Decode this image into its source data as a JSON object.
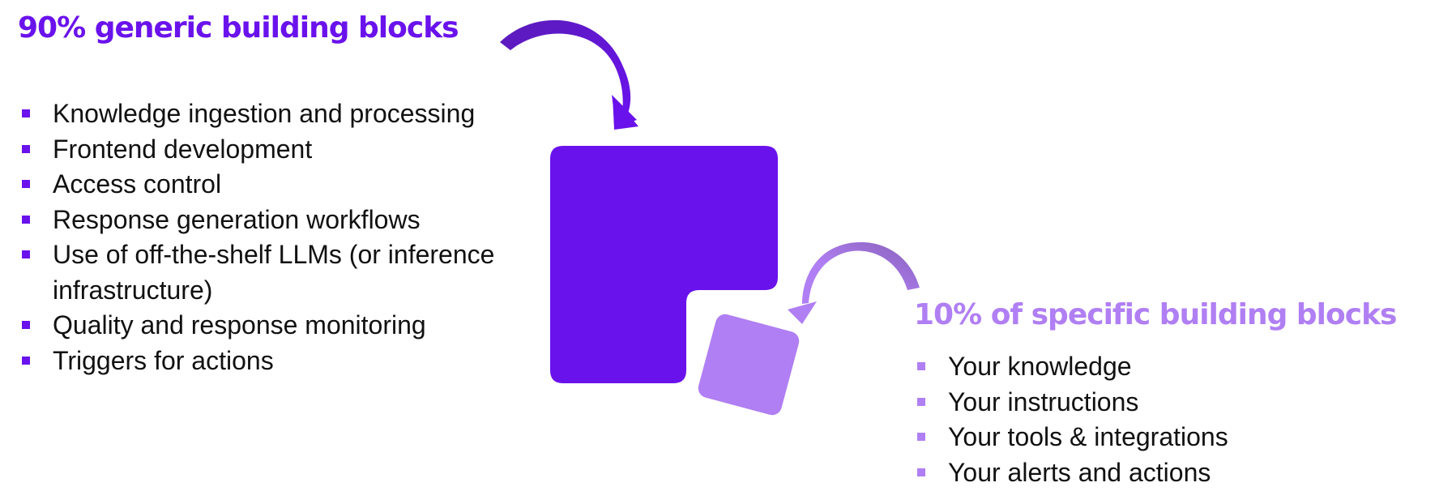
{
  "left_section": {
    "heading": "90% generic building blocks",
    "items": [
      "Knowledge ingestion and processing",
      "Frontend development",
      "Access control",
      "Response generation workflows",
      "Use of off-the-shelf LLMs (or inference infrastructure)",
      "Quality and response monitoring",
      "Triggers for actions"
    ]
  },
  "right_section": {
    "heading": "10% of specific building blocks",
    "items": [
      "Your knowledge",
      "Your instructions",
      "Your tools & integrations",
      "Your alerts and actions"
    ]
  },
  "colors": {
    "primary_purple": "#6A12EC",
    "light_purple": "#B07FF3",
    "arrow_dark": "#5A1CB8",
    "arrow_right_dark": "#8660B8",
    "text": "#111111"
  },
  "graphics": {
    "large_block": "generic-block-shape",
    "small_block": "specific-block-shape",
    "top_arrow": "curved-arrow-down",
    "right_arrow": "curved-arrow-left"
  }
}
